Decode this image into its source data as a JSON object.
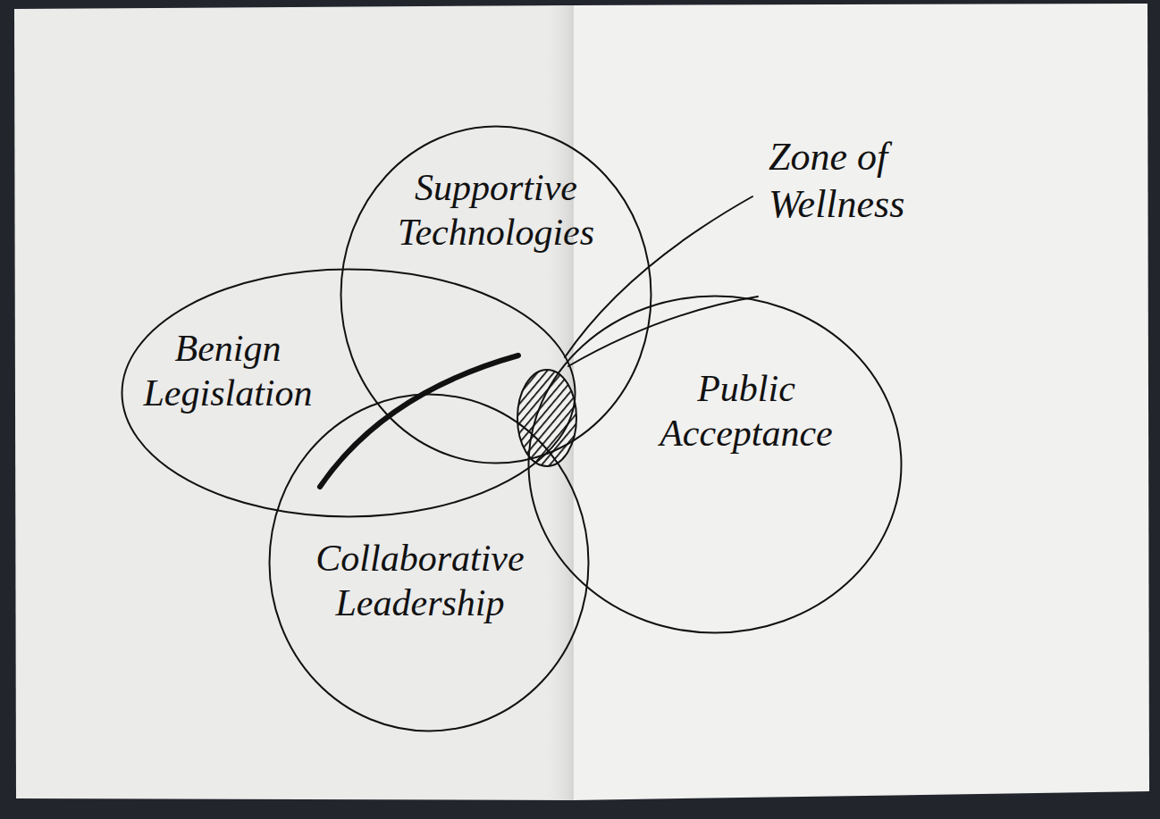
{
  "diagram": {
    "nodes": [
      {
        "text": [
          "Supportive Technologies"
        ]
      },
      {
        "text": [
          "Benign Legislation"
        ]
      },
      {
        "text": [
          "Public Acceptance"
        ]
      },
      {
        "text": [
          "Collaborative Leadership"
        ]
      }
    ],
    "labels": [
      "Zone of Wellness"
    ]
  }
}
